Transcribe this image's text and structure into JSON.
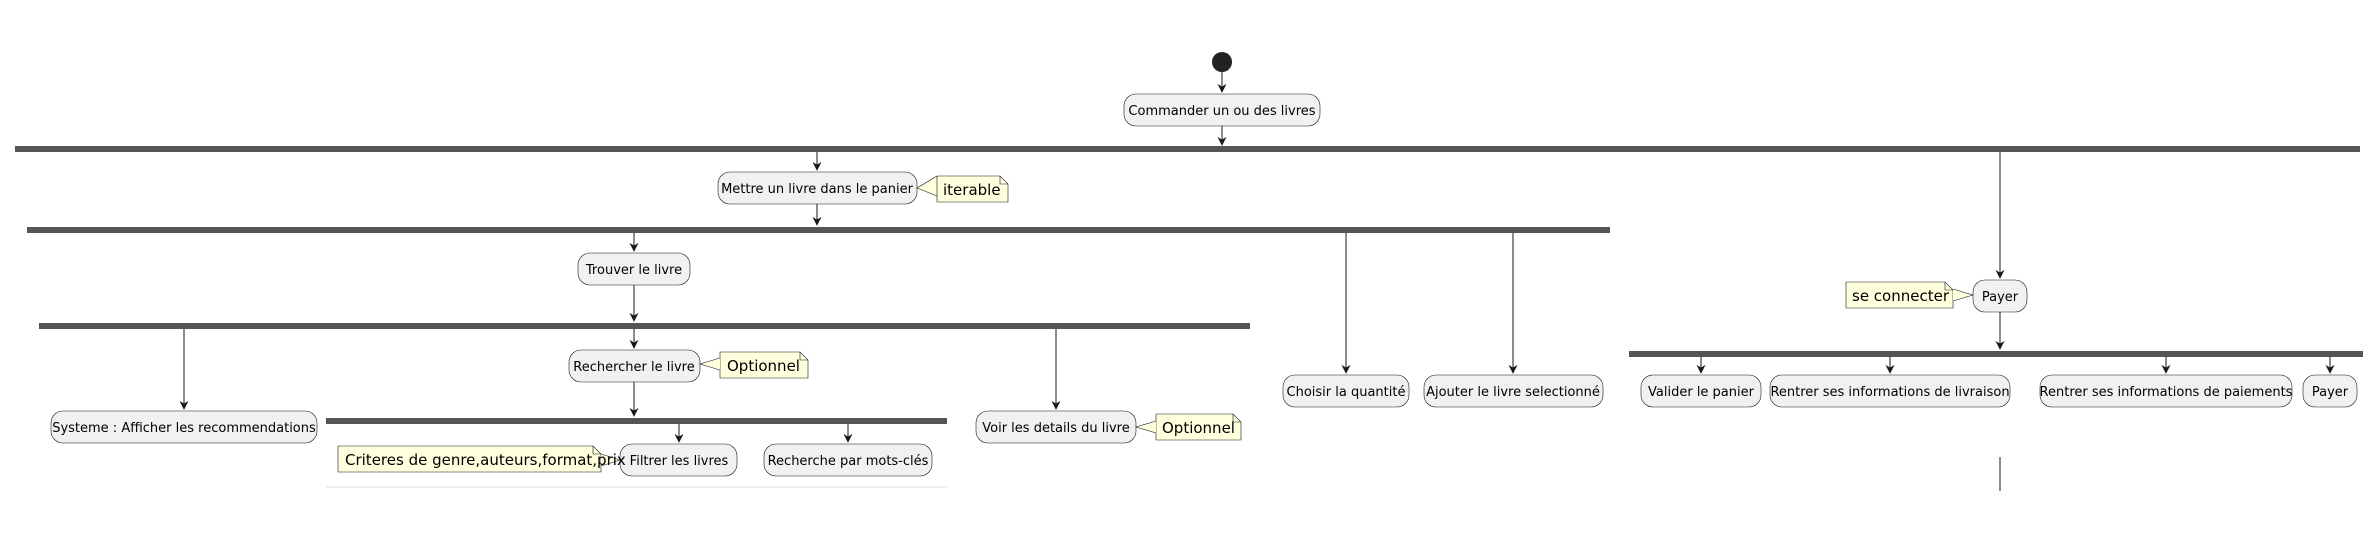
{
  "diagram": {
    "activities": {
      "commander": "Commander un ou des livres",
      "mettre_panier": "Mettre un livre dans le panier",
      "trouver_livre": "Trouver le livre",
      "afficher_recommandations": "Systeme : Afficher les recommendations",
      "rechercher_livre": "Rechercher le livre",
      "filtrer_livres": "Filtrer les livres",
      "recherche_mots_cles": "Recherche par mots-clés",
      "voir_details": "Voir les details du livre",
      "choisir_quantite": "Choisir la quantité",
      "ajouter_livre": "Ajouter le livre selectionné",
      "payer": "Payer",
      "valider_panier": "Valider le panier",
      "infos_livraison": "Rentrer ses informations de livraison",
      "infos_paiements": "Rentrer ses informations de paiements",
      "payer_final": "Payer"
    },
    "notes": {
      "iterable": "iterable",
      "optionnel_recherche": "Optionnel",
      "criteres": "Criteres de genre,auteurs,format,prix",
      "optionnel_details": "Optionnel",
      "se_connecter": "se connecter"
    },
    "colors": {
      "start_node": "#222222",
      "activity_fill": "#F1F1F1",
      "note_fill": "#FEFFDD",
      "fork_bar": "#555555",
      "line": "#181818"
    }
  }
}
